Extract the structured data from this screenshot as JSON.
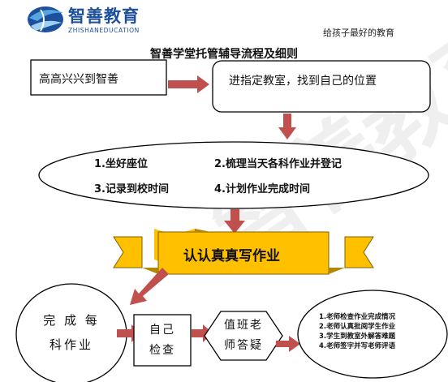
{
  "brand": {
    "name": "智善教育",
    "name_en": "ZHISHANEDUCATION",
    "slogan": "给孩子最好的教育",
    "logo_icon": "swirl-globe-icon",
    "colors": {
      "primary": "#1c4f9c",
      "accent": "#56a5de"
    }
  },
  "title": "智善学堂托管辅导流程及细则",
  "flow": {
    "arrive": "高高兴兴到智善",
    "seat": "进指定教室，找到自己的位置",
    "prep_items": [
      "1.坐好座位",
      "2.梳理当天各科作业并登记",
      "3.记录到校时间",
      "4.计划作业完成时间"
    ],
    "write": "认认真真写作业",
    "finish": [
      "完 成 每",
      "科作业"
    ],
    "self_check": [
      "自己",
      "检查"
    ],
    "teacher_answer": [
      "值班老",
      "师答疑"
    ],
    "teacher_items": [
      "1.老师检查作业完成情况",
      "2.老师认真批阅学生作业",
      "3.学生到教室外解答难题",
      "4.老师签字并写老师评语"
    ]
  },
  "watermark": "智善教育",
  "colors": {
    "arrow": "#c0504d",
    "banner_fill": "#ffc000",
    "banner_stroke": "#7f6000",
    "shape_stroke": "#000000"
  }
}
